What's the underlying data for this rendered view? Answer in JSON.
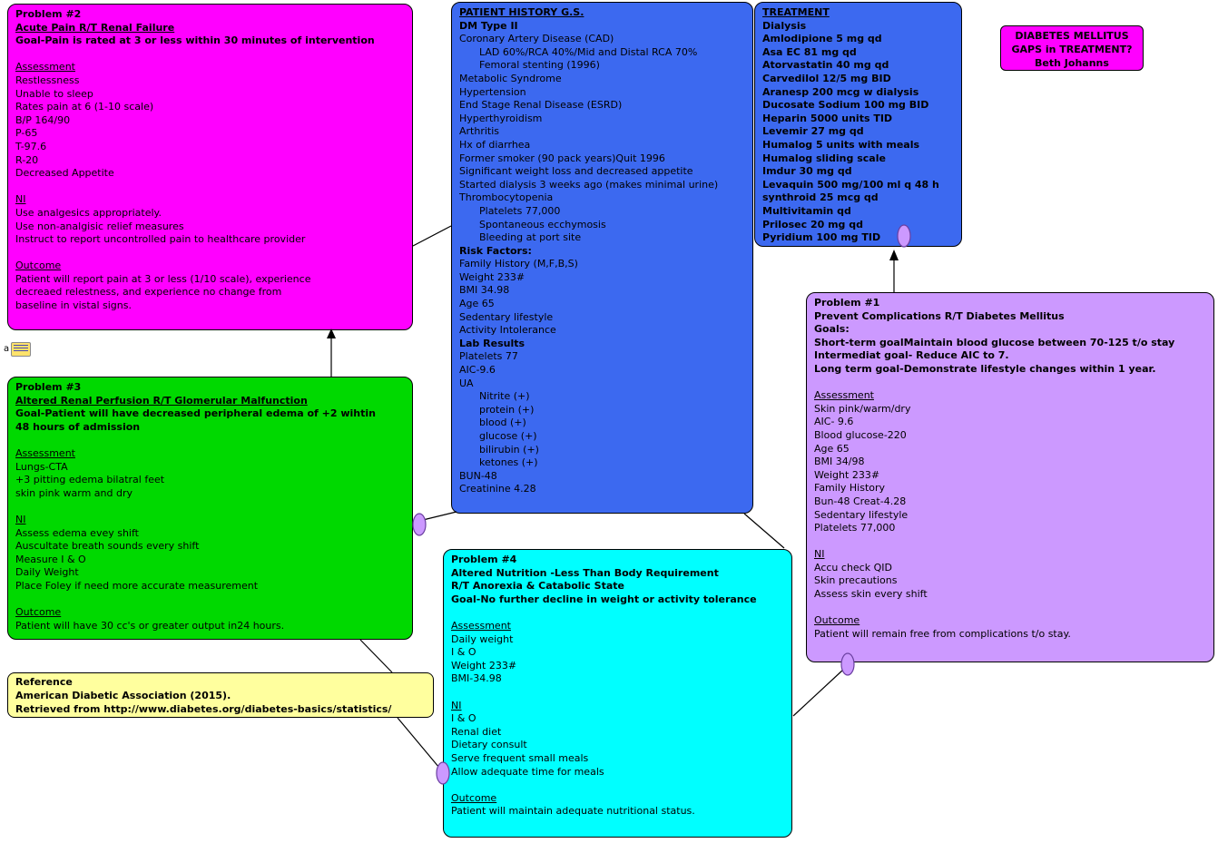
{
  "colors": {
    "node_magenta": "#FF00FF",
    "node_blue": "#3C69F0",
    "node_purple": "#CC99FF",
    "node_green": "#00D900",
    "node_yellow": "#FFFF9E",
    "node_cyan": "#00FFFF",
    "link_handle_fill": "#CC99FF",
    "link_handle_stroke": "#6A3FA0",
    "connector_line": "#000000",
    "text": "#000000",
    "background": "#FFFFFF"
  },
  "note_icon": {
    "label": "a"
  },
  "boxes": {
    "problem2": {
      "lines": [
        {
          "t": "Problem #2",
          "b": true
        },
        {
          "t": "Acute Pain R/T Renal Failure",
          "b": true,
          "u": true
        },
        {
          "t": "Goal-Pain is rated at 3 or less within 30 minutes of intervention",
          "b": true
        },
        {
          "t": ""
        },
        {
          "t": "Assessment",
          "u": true
        },
        {
          "t": "Restlessness"
        },
        {
          "t": "Unable to sleep"
        },
        {
          "t": "Rates pain at 6 (1-10 scale)"
        },
        {
          "t": "B/P 164/90"
        },
        {
          "t": "P-65"
        },
        {
          "t": "T-97.6"
        },
        {
          "t": "R-20"
        },
        {
          "t": "Decreased Appetite"
        },
        {
          "t": ""
        },
        {
          "t": "NI",
          "u": true
        },
        {
          "t": "Use analgesics appropriately."
        },
        {
          "t": "Use non-analgisic relief measures"
        },
        {
          "t": "Instruct to report uncontrolled pain to healthcare provider"
        },
        {
          "t": ""
        },
        {
          "t": "Outcome",
          "u": true
        },
        {
          "t": "Patient will report pain at 3 or less (1/10 scale), experience"
        },
        {
          "t": "decreaed relestness, and experience no change from"
        },
        {
          "t": "baseline in vistal signs."
        }
      ]
    },
    "patient_history": {
      "lines": [
        {
          "t": "PATIENT HISTORY G.S.",
          "b": true,
          "u": true
        },
        {
          "t": "DM Type II",
          "b": true
        },
        {
          "t": "Coronary Artery Disease (CAD)"
        },
        {
          "t": "LAD 60%/RCA 40%/Mid and Distal RCA 70%",
          "i": 1
        },
        {
          "t": "Femoral stenting (1996)",
          "i": 1
        },
        {
          "t": "Metabolic Syndrome"
        },
        {
          "t": "Hypertension"
        },
        {
          "t": "End Stage Renal Disease (ESRD)"
        },
        {
          "t": "Hyperthyroidism"
        },
        {
          "t": "Arthritis"
        },
        {
          "t": "Hx of diarrhea"
        },
        {
          "t": "Former smoker (90 pack years)Quit 1996"
        },
        {
          "t": "Significant weight loss and decreased appetite"
        },
        {
          "t": "Started dialysis 3 weeks ago (makes minimal urine)"
        },
        {
          "t": "Thrombocytopenia"
        },
        {
          "t": "Platelets 77,000",
          "i": 1
        },
        {
          "t": "Spontaneous ecchymosis",
          "i": 1
        },
        {
          "t": "Bleeding at port site",
          "i": 1
        },
        {
          "t": "Risk Factors:",
          "b": true
        },
        {
          "t": "Family History (M,F,B,S)"
        },
        {
          "t": "Weight 233#"
        },
        {
          "t": "BMI 34.98"
        },
        {
          "t": "Age 65"
        },
        {
          "t": "Sedentary lifestyle"
        },
        {
          "t": "Activity Intolerance"
        },
        {
          "t": "Lab Results",
          "b": true
        },
        {
          "t": "Platelets 77"
        },
        {
          "t": "AIC-9.6"
        },
        {
          "t": "UA"
        },
        {
          "t": "Nitrite (+)",
          "i": 1
        },
        {
          "t": "protein (+)",
          "i": 1
        },
        {
          "t": "blood (+)",
          "i": 1
        },
        {
          "t": "glucose (+)",
          "i": 1
        },
        {
          "t": "bilirubin (+)",
          "i": 1
        },
        {
          "t": "ketones (+)",
          "i": 1
        },
        {
          "t": "BUN-48"
        },
        {
          "t": "Creatinine 4.28"
        }
      ]
    },
    "treatment": {
      "lines": [
        {
          "t": "TREATMENT",
          "b": true,
          "u": true
        },
        {
          "t": "Dialysis",
          "b": true
        },
        {
          "t": "Amlodipione 5 mg qd",
          "b": true
        },
        {
          "t": "Asa EC 81 mg qd",
          "b": true
        },
        {
          "t": "Atorvastatin 40 mg qd",
          "b": true
        },
        {
          "t": "Carvedilol 12/5 mg BID",
          "b": true
        },
        {
          "t": "Aranesp 200 mcg w dialysis",
          "b": true
        },
        {
          "t": "Ducosate Sodium 100 mg BID",
          "b": true
        },
        {
          "t": "Heparin 5000 units TID",
          "b": true
        },
        {
          "t": "Levemir 27 mg qd",
          "b": true
        },
        {
          "t": "Humalog 5 units with meals",
          "b": true
        },
        {
          "t": "Humalog sliding scale",
          "b": true
        },
        {
          "t": "Imdur 30 mg qd",
          "b": true
        },
        {
          "t": "Levaquin 500 mg/100 ml q 48 h",
          "b": true
        },
        {
          "t": "synthroid 25 mcg qd",
          "b": true
        },
        {
          "t": "Multivitamin qd",
          "b": true
        },
        {
          "t": "Prilosec 20 mg qd",
          "b": true
        },
        {
          "t": "Pyridium 100 mg TID",
          "b": true
        }
      ]
    },
    "diabetes": {
      "lines": [
        {
          "t": "DIABETES MELLITUS",
          "b": true
        },
        {
          "t": "GAPS in TREATMENT?",
          "b": true
        },
        {
          "t": "Beth Johanns",
          "b": true
        }
      ]
    },
    "problem1": {
      "lines": [
        {
          "t": "Problem #1",
          "b": true
        },
        {
          "t": "Prevent Complications R/T Diabetes Mellitus",
          "b": true
        },
        {
          "t": "Goals:",
          "b": true
        },
        {
          "t": "Short-term goalMaintain blood glucose between 70-125 t/o stay",
          "b": true
        },
        {
          "t": "Intermediat goal- Reduce AIC to 7.",
          "b": true
        },
        {
          "t": "Long term goal-Demonstrate lifestyle changes within 1 year.",
          "b": true
        },
        {
          "t": ""
        },
        {
          "t": "Assessment",
          "u": true
        },
        {
          "t": "Skin pink/warm/dry"
        },
        {
          "t": "AIC- 9.6"
        },
        {
          "t": "Blood glucose-220"
        },
        {
          "t": "Age 65"
        },
        {
          "t": "BMI 34/98"
        },
        {
          "t": "Weight 233#"
        },
        {
          "t": "Family History"
        },
        {
          "t": "Bun-48 Creat-4.28"
        },
        {
          "t": "Sedentary lifestyle"
        },
        {
          "t": "Platelets 77,000"
        },
        {
          "t": ""
        },
        {
          "t": "NI",
          "u": true
        },
        {
          "t": "Accu check QID"
        },
        {
          "t": "Skin precautions"
        },
        {
          "t": "Assess skin every shift"
        },
        {
          "t": ""
        },
        {
          "t": "Outcome",
          "u": true
        },
        {
          "t": "Patient will remain free from complications t/o stay."
        }
      ]
    },
    "problem3": {
      "lines": [
        {
          "t": "Problem #3",
          "b": true
        },
        {
          "t": "Altered Renal Perfusion R/T Glomerular Malfunction",
          "b": true,
          "u": true
        },
        {
          "t": "Goal-Patient will have decreased peripheral edema of +2 wihtin",
          "b": true
        },
        {
          "t": "48 hours of admission",
          "b": true
        },
        {
          "t": ""
        },
        {
          "t": "Assessment",
          "u": true
        },
        {
          "t": "Lungs-CTA"
        },
        {
          "t": "+3 pitting edema bilatral feet"
        },
        {
          "t": "skin pink warm and dry"
        },
        {
          "t": ""
        },
        {
          "t": "NI",
          "u": true
        },
        {
          "t": "Assess edema evey shift"
        },
        {
          "t": "Auscultate breath sounds every shift"
        },
        {
          "t": "Measure I & O"
        },
        {
          "t": "Daily Weight"
        },
        {
          "t": "Place Foley if need more accurate measurement"
        },
        {
          "t": ""
        },
        {
          "t": "Outcome",
          "u": true
        },
        {
          "t": "Patient will have 30 cc's or greater output in24 hours."
        }
      ]
    },
    "reference": {
      "lines": [
        {
          "t": "Reference",
          "b": true
        },
        {
          "t": "American Diabetic Association (2015).",
          "b": true
        },
        {
          "t": "Retrieved from http://www.diabetes.org/diabetes-basics/statistics/",
          "b": true
        }
      ]
    },
    "problem4": {
      "lines": [
        {
          "t": "Problem #4",
          "b": true
        },
        {
          "t": "Altered Nutrition -Less Than Body Requirement",
          "b": true
        },
        {
          "t": "R/T Anorexia & Catabolic State",
          "b": true
        },
        {
          "t": "Goal-No further decline in weight or activity tolerance",
          "b": true
        },
        {
          "t": ""
        },
        {
          "t": "Assessment",
          "u": true
        },
        {
          "t": "Daily weight"
        },
        {
          "t": "I & O"
        },
        {
          "t": "Weight 233#"
        },
        {
          "t": "BMI-34.98"
        },
        {
          "t": ""
        },
        {
          "t": "NI",
          "u": true
        },
        {
          "t": "I & O"
        },
        {
          "t": "Renal diet"
        },
        {
          "t": "Dietary consult"
        },
        {
          "t": "Serve frequent small meals"
        },
        {
          "t": "Allow adequate time for meals"
        },
        {
          "t": ""
        },
        {
          "t": "Outcome",
          "u": true
        },
        {
          "t": "Patient will maintain adequate nutritional status."
        }
      ]
    }
  },
  "connections": [
    {
      "from": "problem2",
      "to": "patient_history",
      "arrow": false
    },
    {
      "from": "problem3",
      "to": "problem2",
      "arrow": true
    },
    {
      "from": "problem3",
      "to": "patient_history",
      "arrow": false
    },
    {
      "from": "patient_history",
      "to": "problem4",
      "arrow": false
    },
    {
      "from": "problem1",
      "to": "treatment",
      "arrow": true
    },
    {
      "from": "problem1",
      "to": "problem4",
      "arrow": false
    },
    {
      "from": "problem3",
      "to": "reference",
      "arrow": false
    },
    {
      "from": "reference",
      "to": "problem4",
      "arrow": false
    }
  ]
}
